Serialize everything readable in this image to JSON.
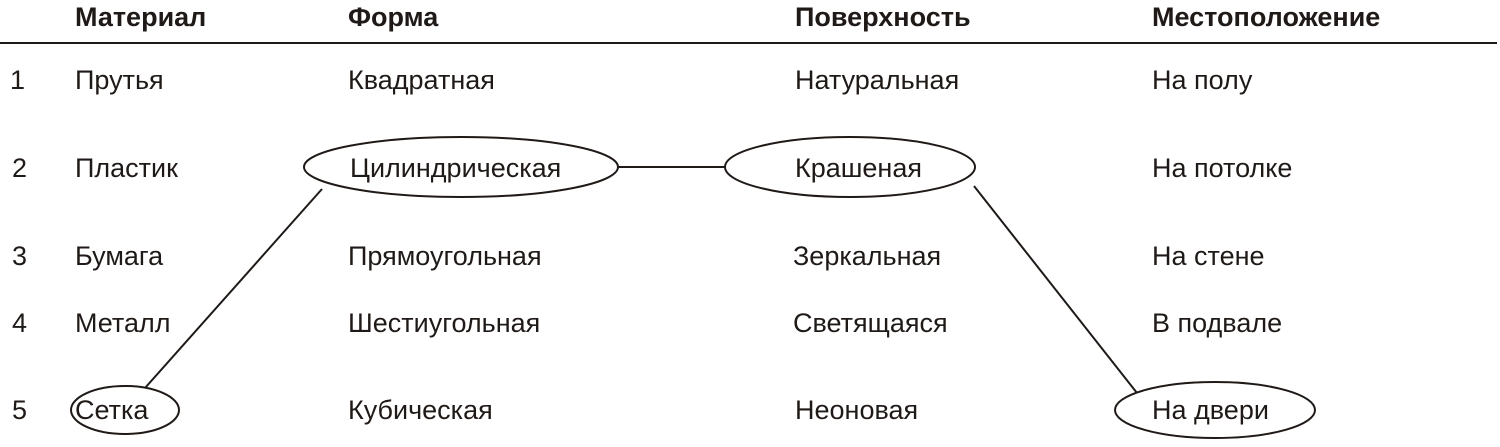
{
  "headers": [
    "Материал",
    "Форма",
    "Поверхность",
    "Местоположение"
  ],
  "rows": [
    {
      "num": "1",
      "cells": [
        "Прутья",
        "Квадратная",
        "Натуральная",
        "На полу"
      ]
    },
    {
      "num": "2",
      "cells": [
        "Пластик",
        "Цилиндрическая",
        "Крашеная",
        "На потолке"
      ]
    },
    {
      "num": "3",
      "cells": [
        "Бумага",
        "Прямоугольная",
        "Зеркальная",
        "На стене"
      ]
    },
    {
      "num": "4",
      "cells": [
        "Металл",
        "Шестиугольная",
        "Светящаяся",
        "В подвале"
      ]
    },
    {
      "num": "5",
      "cells": [
        "Сетка",
        "Кубическая",
        "Неоновая",
        "На двери"
      ]
    }
  ],
  "selection": [
    {
      "column": "Материал",
      "value": "Сетка"
    },
    {
      "column": "Форма",
      "value": "Цилиндрическая"
    },
    {
      "column": "Поверхность",
      "value": "Крашеная"
    },
    {
      "column": "Местоположение",
      "value": "На двери"
    }
  ],
  "colors": {
    "ink": "#1f1a17",
    "background": "#ffffff"
  }
}
